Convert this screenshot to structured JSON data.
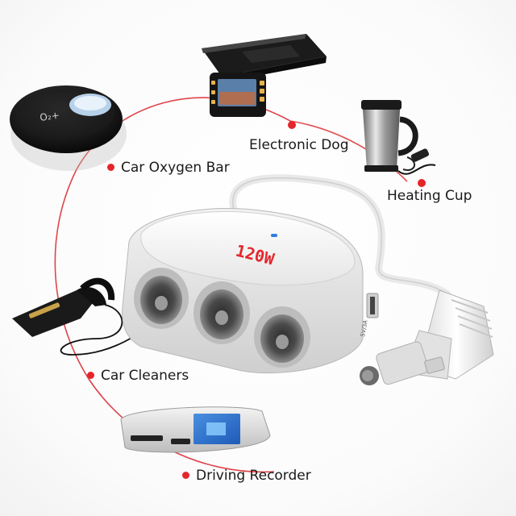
{
  "labels": {
    "car_oxygen_bar": "Car Oxygen Bar",
    "electronic_dog": "Electronic Dog",
    "heating_cup": "Heating Cup",
    "car_cleaners": "Car Cleaners",
    "driving_recorder": "Driving Recorder"
  },
  "product": {
    "power_text": "120W",
    "usb_text": "5V/3A"
  },
  "colors": {
    "accent_red": "#e4262c",
    "arc_red": "#d9252b",
    "text": "#1a1a1a"
  }
}
